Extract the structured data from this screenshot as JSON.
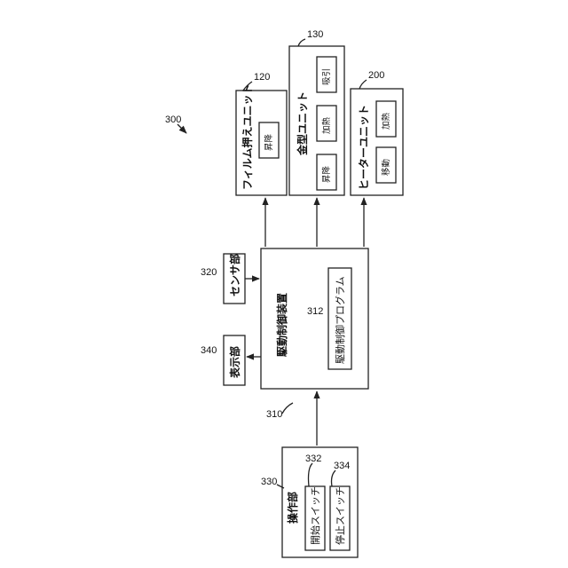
{
  "figure_label": "300",
  "drive_control": {
    "ref": "310",
    "label": "駆動制御装置",
    "program": {
      "ref": "312",
      "label": "駆動制御プログラム"
    }
  },
  "sensor": {
    "ref": "320",
    "label": "センサ部"
  },
  "display": {
    "ref": "340",
    "label": "表示部"
  },
  "operation": {
    "ref": "330",
    "label": "操作部",
    "start_switch": {
      "ref": "332",
      "label": "開始スイッチ"
    },
    "stop_switch": {
      "ref": "334",
      "label": "停止スイッチ"
    }
  },
  "film_unit": {
    "ref": "120",
    "label": "フィルム押えユニット",
    "parts": [
      "昇降"
    ]
  },
  "mold_unit": {
    "ref": "130",
    "label": "金型ユニット",
    "parts": [
      "昇降",
      "加熱",
      "吸引"
    ]
  },
  "heater_unit": {
    "ref": "200",
    "label": "ヒーターユニット",
    "parts": [
      "移動",
      "加熱"
    ]
  }
}
